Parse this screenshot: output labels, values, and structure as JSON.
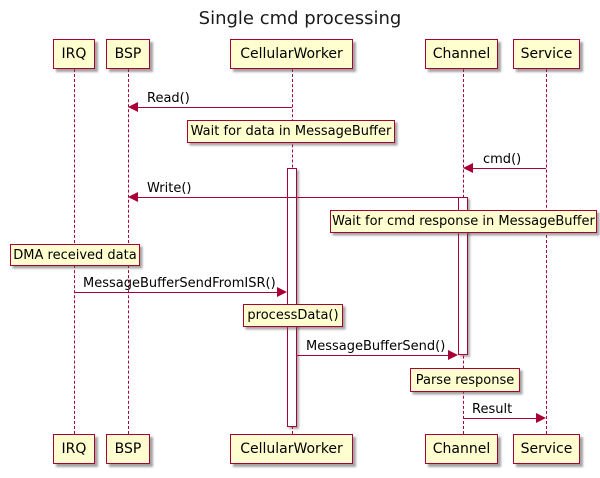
{
  "title": "Single cmd processing",
  "participants": [
    {
      "name": "IRQ"
    },
    {
      "name": "BSP"
    },
    {
      "name": "CellularWorker"
    },
    {
      "name": "Channel"
    },
    {
      "name": "Service"
    }
  ],
  "messages": [
    {
      "label": "Read()",
      "from": "CellularWorker",
      "to": "BSP",
      "direction": "left"
    },
    {
      "label": "cmd()",
      "from": "Service",
      "to": "Channel",
      "direction": "left"
    },
    {
      "label": "Write()",
      "from": "Channel",
      "to": "BSP",
      "direction": "left"
    },
    {
      "label": "MessageBufferSendFromISR()",
      "from": "IRQ",
      "to": "CellularWorker",
      "direction": "right"
    },
    {
      "label": "MessageBufferSend()",
      "from": "CellularWorker",
      "to": "Channel",
      "direction": "right"
    },
    {
      "label": "Result",
      "from": "Channel",
      "to": "Service",
      "direction": "right"
    }
  ],
  "notes": [
    {
      "text": "Wait for data in MessageBuffer",
      "over": "CellularWorker"
    },
    {
      "text": "Wait for cmd response in MessageBuffer",
      "over": "Channel"
    },
    {
      "text": "DMA received data",
      "over": "IRQ"
    },
    {
      "text": "processData()",
      "over": "CellularWorker"
    },
    {
      "text": "Parse response",
      "over": "Channel"
    }
  ],
  "activations": [
    {
      "on": "CellularWorker"
    },
    {
      "on": "Channel"
    }
  ],
  "colors": {
    "accent_border": "#a80036",
    "box_fill": "#fefece",
    "text": "#000000",
    "background": "#ffffff"
  }
}
